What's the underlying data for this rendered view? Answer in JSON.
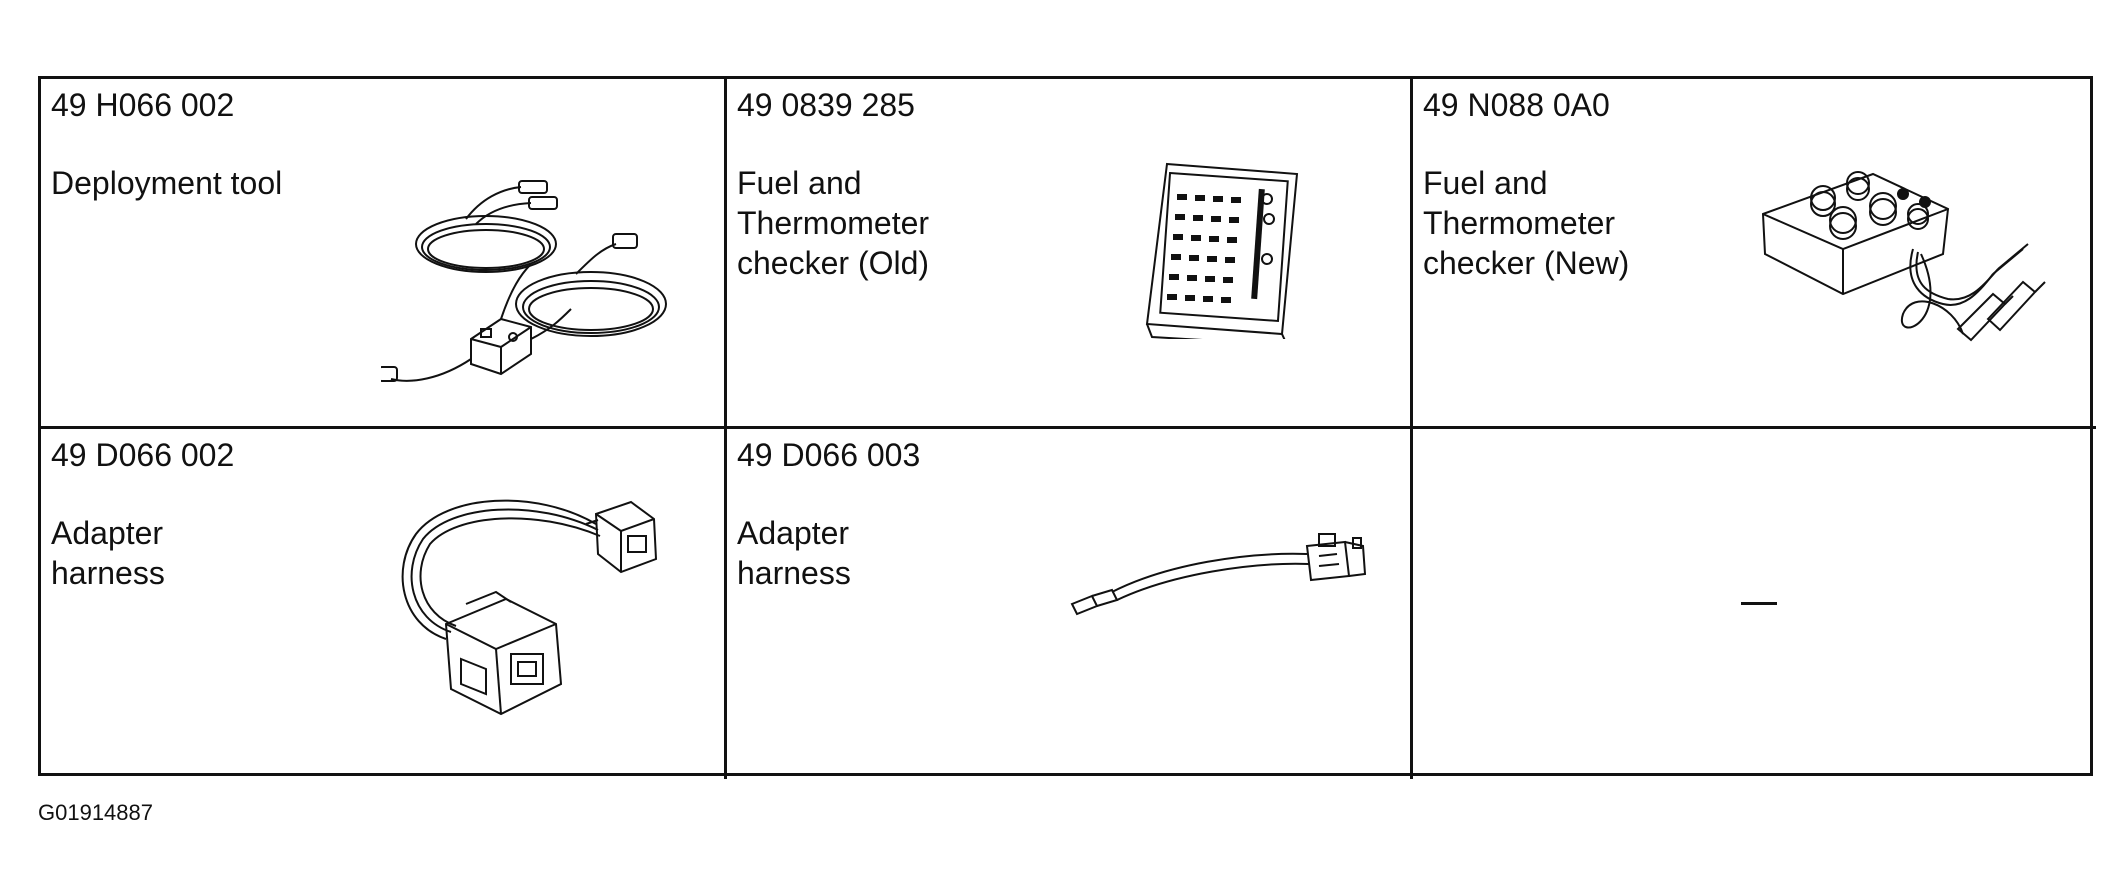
{
  "tools": [
    {
      "part_number": "49 H066 002",
      "description": "Deployment tool",
      "illustration": "deployment-tool-icon"
    },
    {
      "part_number": "49 0839 285",
      "description": "Fuel and\nThermometer\nchecker (Old)",
      "illustration": "checker-old-icon"
    },
    {
      "part_number": "49 N088 0A0",
      "description": "Fuel and\nThermometer\nchecker (New)",
      "illustration": "checker-new-icon"
    },
    {
      "part_number": "49 D066 002",
      "description": "Adapter\nharness",
      "illustration": "adapter-harness-large-icon"
    },
    {
      "part_number": "49 D066 003",
      "description": "Adapter\nharness",
      "illustration": "adapter-harness-small-icon"
    },
    {
      "part_number": "",
      "description": "",
      "illustration": "dash-mark-icon"
    }
  ],
  "figure_id": "G01914887",
  "colors": {
    "ink": "#111111",
    "background": "#ffffff"
  }
}
